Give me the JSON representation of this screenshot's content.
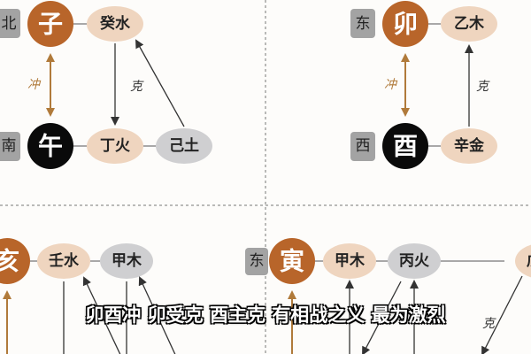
{
  "colors": {
    "branch_yang": "#b8652a",
    "branch_yin": "#0a0a0a",
    "stem_light": "#efd5bf",
    "stem_grey": "#cfcfd1",
    "direction_box": "#a3a3a3",
    "clash_arrow": "#b07a3a",
    "control_arrow": "#333333"
  },
  "panel_top_left": {
    "dir_top": "北",
    "branch_top": "子",
    "stem_top": "癸水",
    "dir_bottom": "南",
    "branch_bottom": "午",
    "stem_bottom_1": "丁火",
    "stem_bottom_2": "己土",
    "clash": "冲",
    "control": "克"
  },
  "panel_top_right": {
    "dir_top": "东",
    "branch_top": "卯",
    "stem_top": "乙木",
    "dir_bottom": "西",
    "branch_bottom": "酉",
    "stem_bottom": "辛金",
    "clash": "冲",
    "control": "克"
  },
  "panel_bottom_left": {
    "branch_top": "亥",
    "stem_1": "壬水",
    "stem_2": "甲木"
  },
  "panel_bottom_right": {
    "dir_top": "东",
    "branch_top": "寅",
    "stem_1": "甲木",
    "stem_2": "丙火",
    "stem_3": "戊土",
    "control": "克"
  },
  "subtitle": "卯酉冲 卯受克 酉主克 有相战之义 最为激烈"
}
